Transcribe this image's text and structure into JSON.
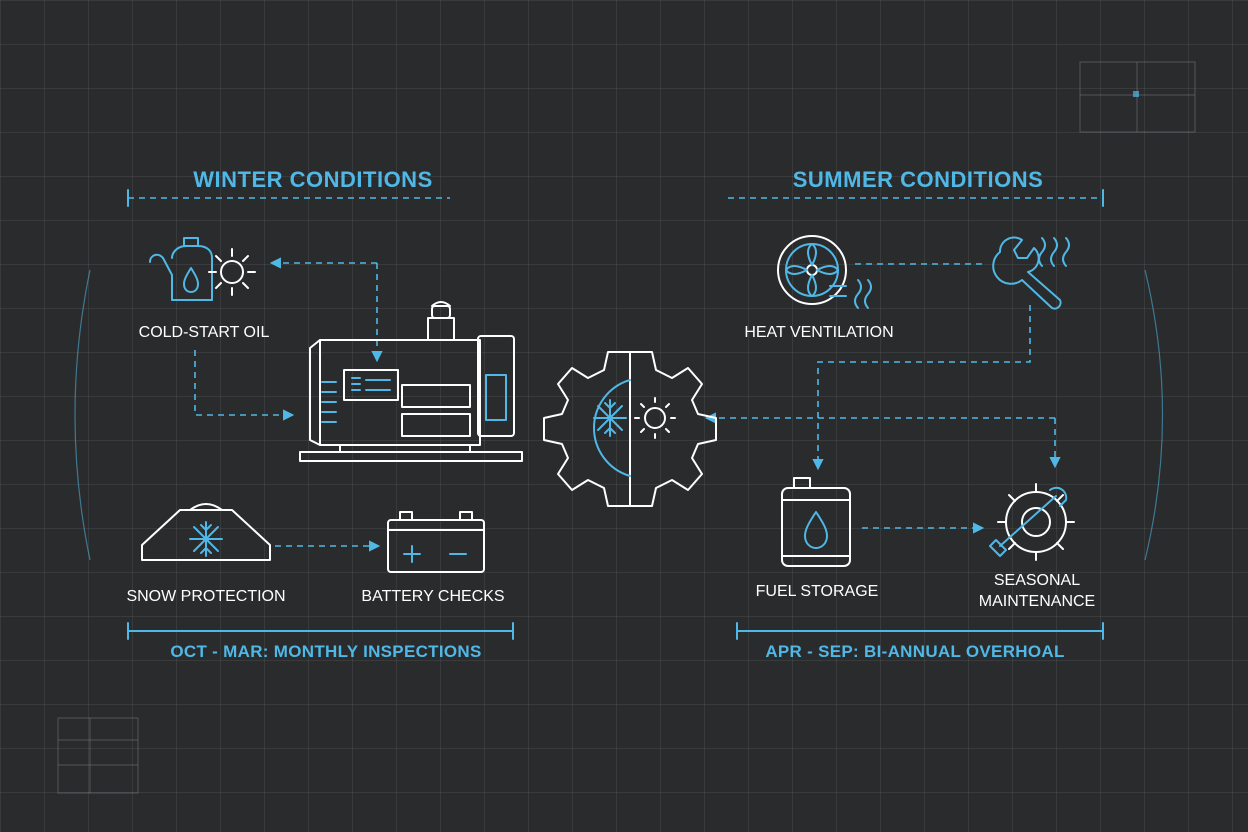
{
  "winter": {
    "title": "WINTER CONDITIONS",
    "items": [
      "COLD-START OIL",
      "SNOW PROTECTION",
      "BATTERY CHECKS"
    ],
    "footer": "OCT - MAR: MONTHLY INSPECTIONS"
  },
  "summer": {
    "title": "SUMMER CONDITIONS",
    "items": [
      "HEAT VENTILATION",
      "FUEL STORAGE",
      "SEASONAL",
      "MAINTENANCE"
    ],
    "footer": "APR - SEP: BI-ANNUAL OVERHOAL"
  },
  "colors": {
    "accent": "#4fb8e6",
    "line": "#ffffff",
    "background": "#2a2b2d"
  },
  "icons": [
    "oil-can-gear-icon",
    "generator-icon",
    "season-gear-icon",
    "snow-cover-icon",
    "battery-icon",
    "fan-icon",
    "wrench-heat-icon",
    "fuel-tank-icon",
    "gear-wrench-icon"
  ]
}
